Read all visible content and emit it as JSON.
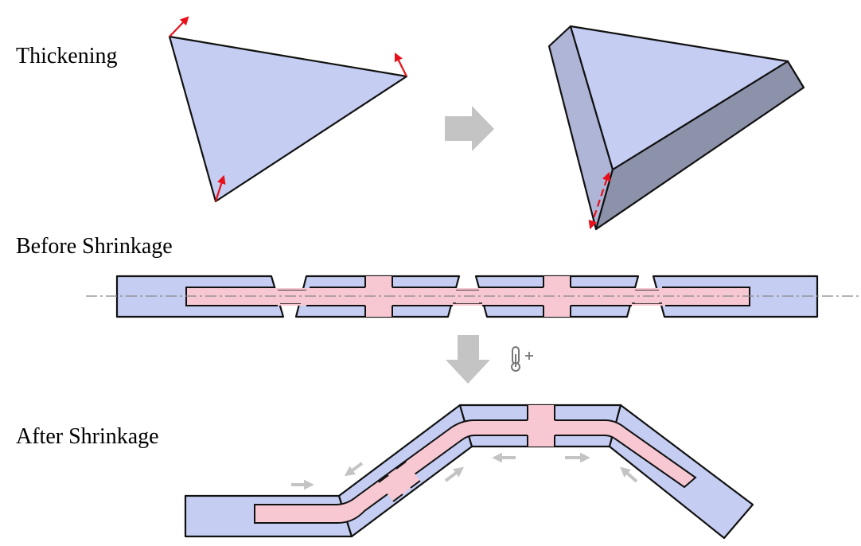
{
  "labels": {
    "thickening": "Thickening",
    "before": "Before Shrinkage",
    "after": "After Shrinkage"
  },
  "icons": {
    "process_arrow": "gray-block-arrow-icon",
    "heat": "thermometer-plus-icon"
  },
  "colors": {
    "body": "#c5cdf2",
    "body_side": "#a6acc9",
    "body_dark": "#8e93ad",
    "channel": "#f7c8d2",
    "edge": "#111111",
    "normal": "#e8101a",
    "arrow": "#c4c4c4"
  }
}
